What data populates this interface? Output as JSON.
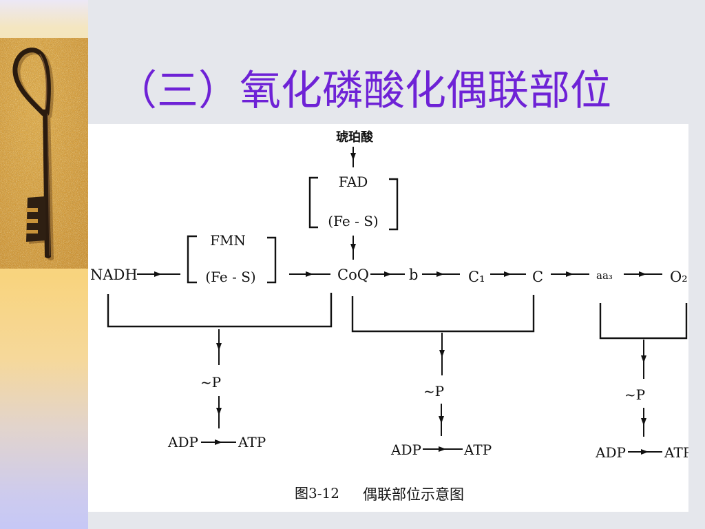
{
  "slide": {
    "title": "（三）氧化磷酸化偶联部位"
  },
  "diagram": {
    "succinate": "琥珀酸",
    "fad_complex": {
      "top": "FAD",
      "bottom": "(Fe - S)"
    },
    "fmn_complex": {
      "top": "FMN",
      "bottom": "(Fe - S)"
    },
    "chain": [
      "NADH",
      "CoQ",
      "b",
      "C₁",
      "C",
      "aa₃",
      "O₂"
    ],
    "coupling_sites": [
      {
        "phosphate": "~P",
        "substrate": "ADP",
        "product": "ATP"
      },
      {
        "phosphate": "~P",
        "substrate": "ADP",
        "product": "ATP"
      },
      {
        "phosphate": "~P",
        "substrate": "ADP",
        "product": "ATP"
      }
    ],
    "caption": {
      "figure_number": "图3-12",
      "figure_title": "偶联部位示意图"
    }
  },
  "colors": {
    "title": "#6E22D6",
    "slide_background": "#E5E7EC",
    "diagram_background": "#FFFFFF",
    "ink": "#111111",
    "strip_top": "#ECE8F6",
    "strip_middle": "#F8D47E",
    "strip_bottom": "#C6C8F6"
  },
  "icons": {
    "left_photo": "key-photo"
  }
}
